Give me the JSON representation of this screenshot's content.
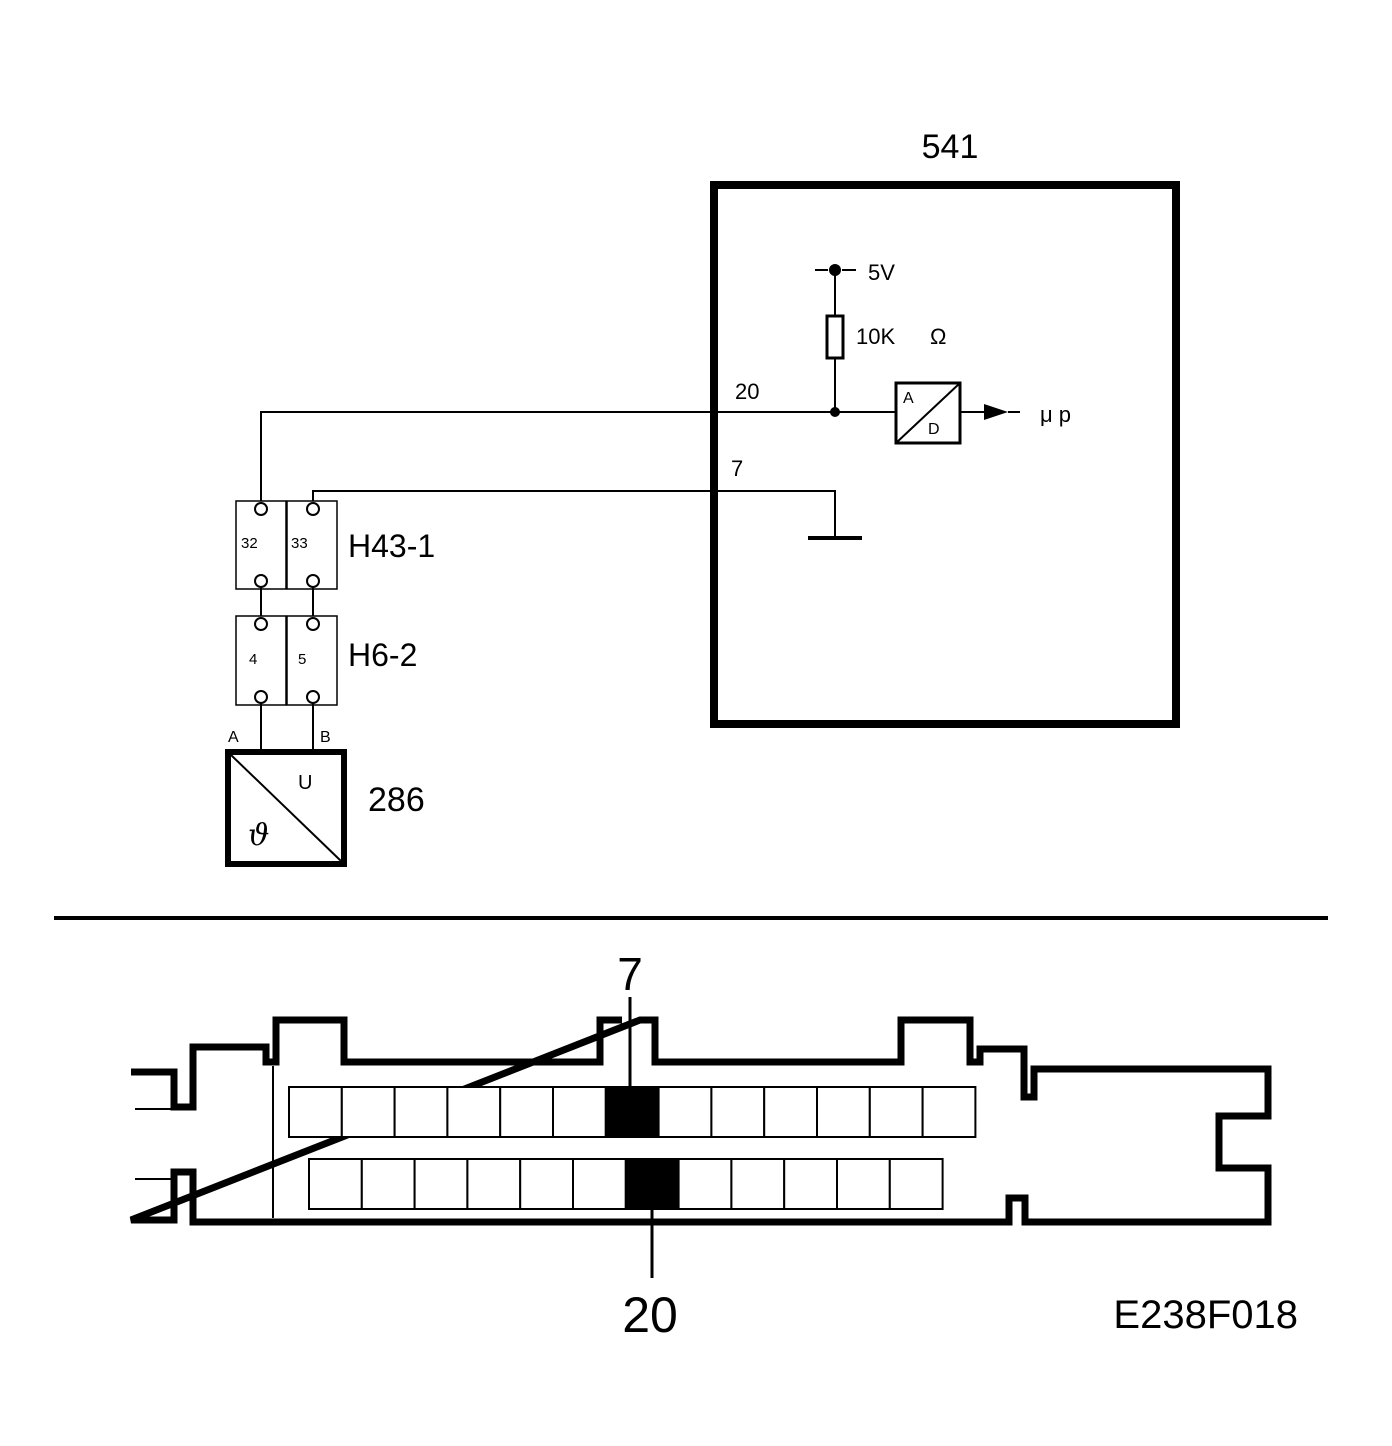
{
  "ecu": {
    "id": "541",
    "supply_label": "5V",
    "resistor_label": "10K",
    "ohm_symbol": "Ω",
    "pin_signal": "20",
    "pin_ground": "7",
    "adc_a": "A",
    "adc_d": "D",
    "mcu_label": "μ p"
  },
  "connectors": {
    "h43": {
      "name": "H43-1",
      "pin_left": "32",
      "pin_right": "33"
    },
    "h6": {
      "name": "H6-2",
      "pin_left": "4",
      "pin_right": "5"
    }
  },
  "sensor": {
    "id": "286",
    "wire_a": "A",
    "wire_b": "B",
    "out_label": "U",
    "in_symbol": "ϑ"
  },
  "plug": {
    "pin_top": "7",
    "pin_bottom": "20",
    "top_row_count": 13,
    "top_highlight_index": 6,
    "bottom_row_count": 12,
    "bottom_highlight_index": 6
  },
  "figure_code": "E238F018",
  "colors": {
    "line": "#000000",
    "background": "#ffffff",
    "pin_highlight": "#000000"
  }
}
